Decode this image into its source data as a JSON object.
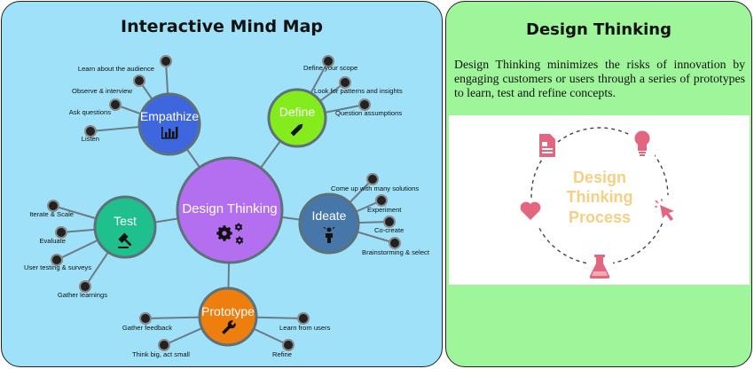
{
  "left_panel": {
    "title": "Interactive Mind Map",
    "center": {
      "label": "Design Thinking",
      "color": "#b46ef0"
    },
    "stages": [
      {
        "id": "empathize",
        "label": "Empathize",
        "icon": "bar-chart-icon",
        "color": "#3f67dd",
        "leaves": [
          "Learn about the audience",
          "Observe & interview",
          "Ask questions",
          "Listen"
        ]
      },
      {
        "id": "define",
        "label": "Define",
        "icon": "pencil-icon",
        "color": "#84ec1c",
        "leaves": [
          "Define your scope",
          "Look for patterns and insights",
          "Question assumptions"
        ]
      },
      {
        "id": "ideate",
        "label": "Ideate",
        "icon": "person-idea-icon",
        "color": "#4677a8",
        "leaves": [
          "Come up with many solutions",
          "Experiment",
          "Co-create",
          "Brainstorming & select"
        ]
      },
      {
        "id": "prototype",
        "label": "Prototype",
        "icon": "wrench-icon",
        "color": "#ee7f0e",
        "leaves": [
          "Gather feedback",
          "Think big, act small",
          "Learn from users",
          "Refine"
        ]
      },
      {
        "id": "test",
        "label": "Test",
        "icon": "gavel-icon",
        "color": "#1fc08d",
        "leaves": [
          "Iterate & Scale",
          "Evaluate",
          "User testing & surveys",
          "Gather learnings"
        ]
      }
    ],
    "colors": {
      "background": "#9ee1f8",
      "link": "#6b7b83",
      "node_border": "#5f7178",
      "leaf": "#222222"
    }
  },
  "right_panel": {
    "title": "Design Thinking",
    "description": "Design Thinking minimizes the risks of innovation by engaging customers or users through a series of prototypes to learn, test and refine concepts.",
    "illustration": {
      "text_lines": [
        "Design",
        "Thinking",
        "Process"
      ],
      "icons": [
        "document-icon",
        "lightbulb-icon",
        "cursor-icon",
        "flask-icon",
        "heart-icon"
      ],
      "text_color": "#f4cf84",
      "icon_color": "#e4657f"
    },
    "colors": {
      "background": "#9ef59a"
    }
  }
}
